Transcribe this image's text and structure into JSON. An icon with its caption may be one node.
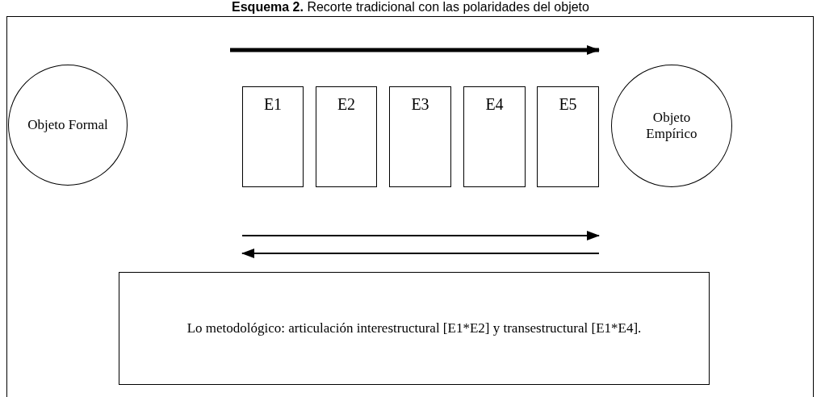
{
  "diagram": {
    "title": "**Esquema 2.** Recorte tradicional con las polaridades del objeto",
    "nodes": [
      {
        "text": [
          "Objeto Formal"
        ]
      },
      {
        "text": [
          "E1"
        ]
      },
      {
        "text": [
          "E2"
        ]
      },
      {
        "text": [
          "E3"
        ]
      },
      {
        "text": [
          "E4"
        ]
      },
      {
        "text": [
          "E5"
        ]
      },
      {
        "text": [
          "Objeto Empírico"
        ]
      },
      {
        "text": [
          "Lo metodológico: articulación interestructural [E1*E2] y transestructural [E1*E4]."
        ]
      }
    ]
  }
}
